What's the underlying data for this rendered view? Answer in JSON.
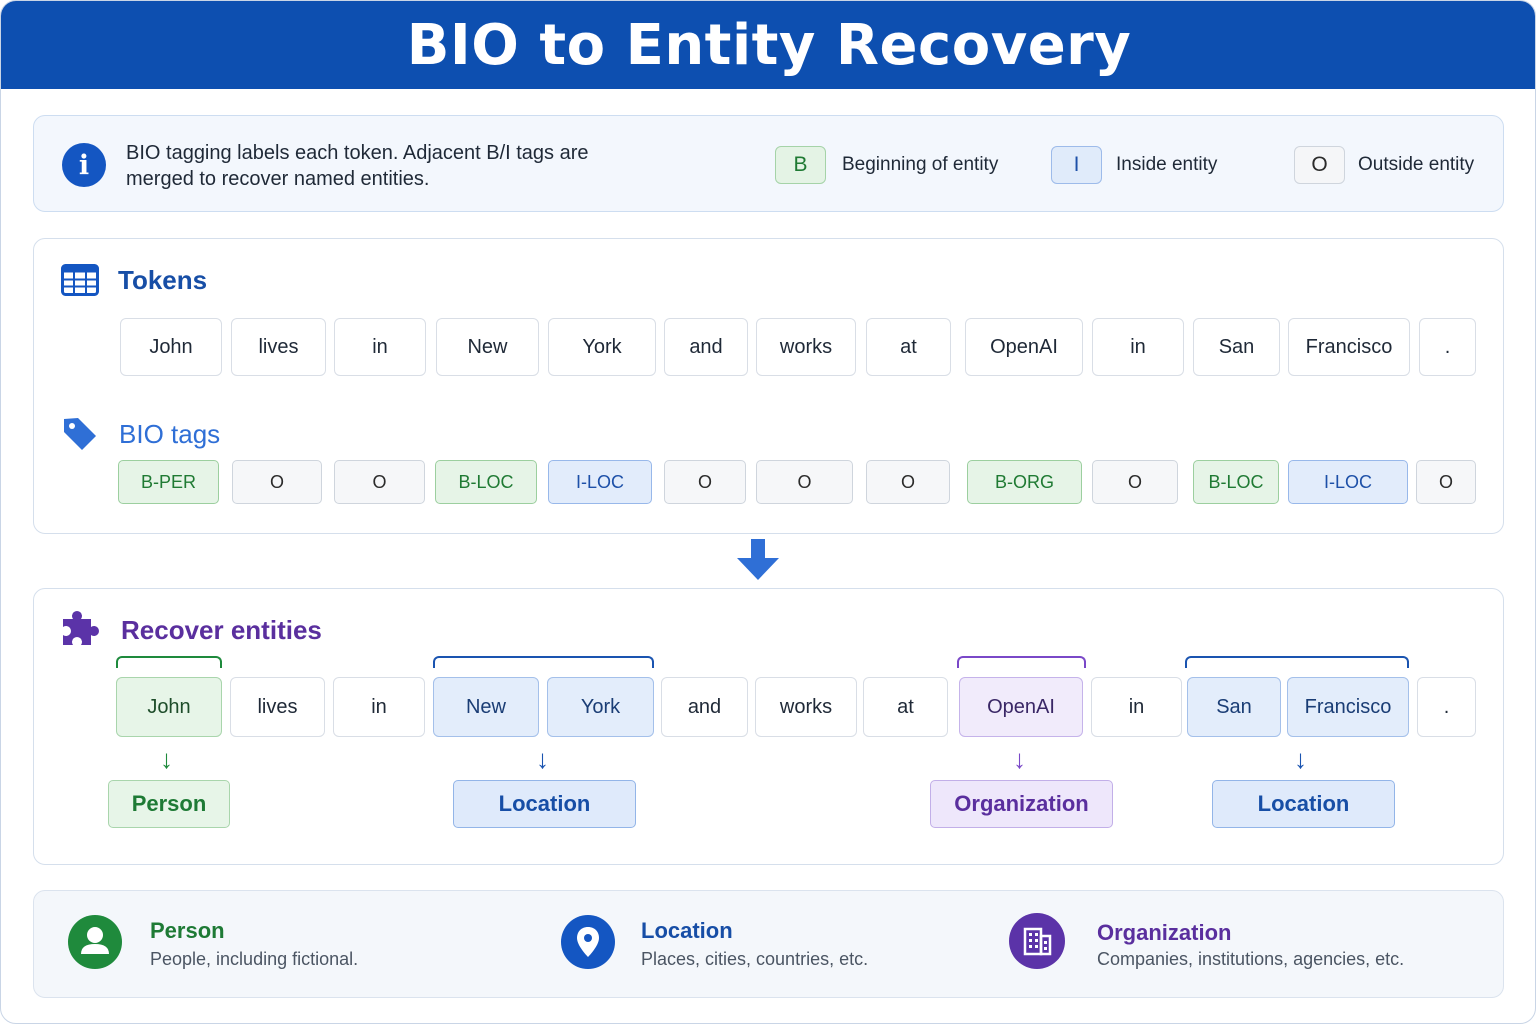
{
  "title": "BIO to Entity Recovery",
  "info": {
    "text": "BIO tagging labels each token. Adjacent B/I tags are merged to recover named entities.",
    "legend": [
      {
        "code": "B",
        "label": "Beginning of entity"
      },
      {
        "code": "I",
        "label": "Inside entity"
      },
      {
        "code": "O",
        "label": "Outside entity"
      }
    ]
  },
  "tokens_section": {
    "title": "Tokens",
    "tokens": [
      "John",
      "lives",
      "in",
      "New",
      "York",
      "and",
      "works",
      "at",
      "OpenAI",
      "in",
      "San",
      "Francisco",
      "."
    ]
  },
  "tags_section": {
    "title": "BIO tags",
    "tags": [
      "B-PER",
      "O",
      "O",
      "B-LOC",
      "I-LOC",
      "O",
      "O",
      "O",
      "B-ORG",
      "O",
      "B-LOC",
      "I-LOC",
      "O"
    ]
  },
  "recover_section": {
    "title": "Recover entities",
    "tokens": [
      "John",
      "lives",
      "in",
      "New",
      "York",
      "and",
      "works",
      "at",
      "OpenAI",
      "in",
      "San",
      "Francisco",
      "."
    ],
    "entities": [
      "Person",
      "Location",
      "Organization",
      "Location"
    ]
  },
  "entity_types": [
    {
      "name": "Person",
      "description": "People, including fictional."
    },
    {
      "name": "Location",
      "description": "Places, cities, countries, etc."
    },
    {
      "name": "Organization",
      "description": "Companies, institutions, agencies, etc."
    }
  ],
  "colors": {
    "header": "#0d4fb0",
    "person": "#1e7a35",
    "location": "#174ea6",
    "organization": "#5a2f9e"
  },
  "icons": [
    "info-icon",
    "table-icon",
    "tag-icon",
    "down-arrow-icon",
    "puzzle-icon",
    "person-icon",
    "location-pin-icon",
    "building-icon"
  ]
}
